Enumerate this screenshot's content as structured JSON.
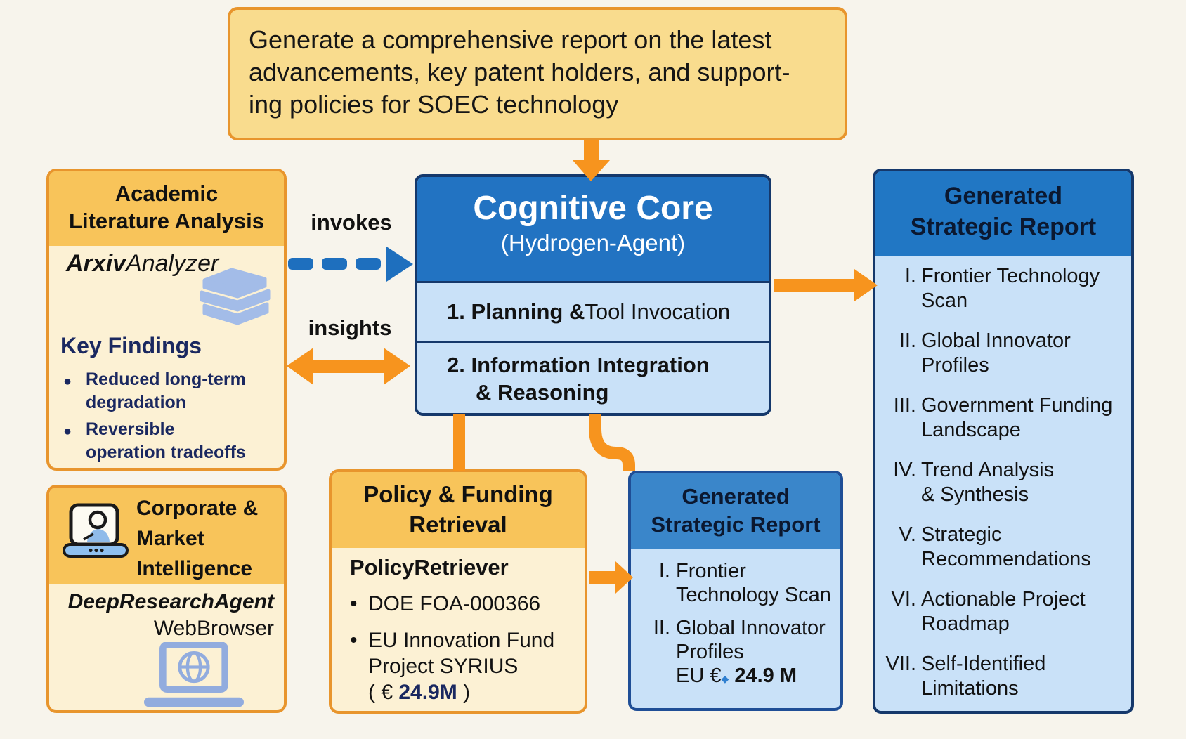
{
  "colors": {
    "background": "#F7F4EC",
    "accent_orange": "#F7941E",
    "border_orange": "#E8952D",
    "header_yellow": "#F8C45A",
    "panel_cream": "#FCF1D4",
    "task_yellow": "#F9DC8E",
    "core_header_blue": "#2273C2",
    "panel_blue": "#C9E1F8",
    "mini_header_blue": "#3A86CA",
    "report_header_blue": "#2177C4",
    "border_navy": "#15386B",
    "text_navy": "#1A2860",
    "dashed_arrow_blue": "#1E6FBE",
    "icon_periwinkle": "#A3BCE8"
  },
  "icons": {
    "books": "books-icon",
    "laptop_person": "laptop-person-icon",
    "laptop_globe": "laptop-globe-icon"
  },
  "task": {
    "lines": [
      "Generate a comprehensive report on the latest",
      "advancements, key patent holders, and support-",
      "ing policies for SOEC technology"
    ]
  },
  "academic": {
    "title_lines": [
      "Academic",
      "Literature Analysis"
    ],
    "tool_bold": "Arxiv",
    "tool_regular": "Analyzer",
    "findings_title": "Key Findings",
    "bullets": [
      [
        "Reduced long-term",
        "degradation"
      ],
      [
        "Reversible",
        "operation tradeoffs"
      ]
    ]
  },
  "edges": {
    "invokes": "invokes",
    "insights": "insights"
  },
  "core": {
    "title": "Cognitive Core",
    "subtitle": "(Hydrogen-Agent)",
    "step1_bold": "1. Planning &",
    "step1_regular": "Tool Invocation",
    "step2_line1": "2. Information Integration",
    "step2_line2": "& Reasoning"
  },
  "policy": {
    "title_lines": [
      "Policy & Funding",
      "Retrieval"
    ],
    "tool": "PolicyRetriever",
    "bullet1": "DOE FOA-000366",
    "bullet2_line1": "EU Innovation Fund",
    "bullet2_line2": "Project SYRIUS",
    "amount_open": "( € ",
    "amount": "24.9M",
    "amount_close": " )"
  },
  "corporate": {
    "title_lines": [
      "Corporate &",
      "Market",
      "Intelligence"
    ],
    "tool_bold": "DeepResearchAgent",
    "tool_regular": "WebBrowser"
  },
  "mini_report": {
    "title_lines": [
      "Generated",
      "Strategic Report"
    ],
    "items": [
      {
        "num": "I.",
        "lines": [
          "Frontier",
          "Technology Scan"
        ]
      },
      {
        "num": "II.",
        "lines": [
          "Global Innovator",
          "Profiles"
        ]
      }
    ],
    "funding_prefix": "EU €",
    "funding_mark": "◆",
    "funding_amount": "24.9 M"
  },
  "report": {
    "title_lines": [
      "Generated",
      "Strategic Report"
    ],
    "items": [
      {
        "num": "I.",
        "lines": [
          "Frontier Technology",
          "Scan"
        ]
      },
      {
        "num": "II.",
        "lines": [
          "Global Innovator",
          "Profiles"
        ]
      },
      {
        "num": "III.",
        "lines": [
          "Government Funding",
          "Landscape"
        ]
      },
      {
        "num": "IV.",
        "lines": [
          "Trend Analysis",
          "& Synthesis"
        ]
      },
      {
        "num": "V.",
        "lines": [
          "Strategic",
          "Recommendations"
        ]
      },
      {
        "num": "VI.",
        "lines": [
          "Actionable Project",
          "Roadmap"
        ]
      },
      {
        "num": "VII.",
        "lines": [
          "Self-Identified",
          "Limitations"
        ]
      }
    ]
  }
}
